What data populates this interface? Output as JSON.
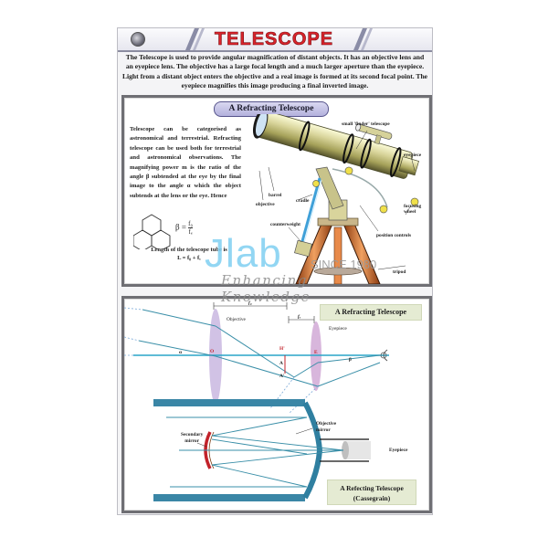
{
  "header": {
    "title": "TELESCOPE",
    "logo_icon": "emblem-logo-icon",
    "accent_color": "#d8232a"
  },
  "intro": {
    "text": "The Telescope is used to provide angular magnification of distant objects. It has an objective lens and an eyepiece lens. The objective has a large focal length and a much larger aperture than the eyepiece. Light from a distant object enters the objective and a real image is formed at its second focal point. The eyepiece magnifies this image producing a final inverted image."
  },
  "panel_refracting": {
    "heading": "A Refracting Telescope",
    "description": "Telescope can be categorised as astronomical and terrestrial. Refracting telescope can be used both for terrestrial and astronomical observations. The magnifying power m is the ratio of the angle β subtended at the eye by the final image to the angle α which the object subtends at the lens or the eye. Hence",
    "formula_m": "m = β/α = f₀/fₑ",
    "formula_lhs": "β",
    "formula_frac_num": "f₀",
    "formula_frac_den": "fₑ",
    "length_text": "Length of the telescope tube is",
    "length_formula": "L = f₀ + fₑ",
    "labels": {
      "finder": "small 'finder' telescope",
      "eyepiece": "eyepiece",
      "barrel": "barrel",
      "cradle": "cradle",
      "objective": "objective",
      "focusing_wheel": "focusing wheel",
      "counterweight": "counterweight",
      "position_controls": "position controls",
      "tripod": "tripod"
    }
  },
  "panel_ray": {
    "refracting_label": "A Refracting Telescope",
    "reflecting_label_line1": "A Refecting Telescope",
    "reflecting_label_line2": "(Cassegrain)",
    "labels": {
      "objective": "Objective",
      "eyepiece": "Eyepiece",
      "fo": "f₀",
      "fe": "fₑ",
      "O": "O",
      "alpha": "α",
      "H": "H'",
      "A": "A",
      "A_prime": "A'",
      "beta": "β",
      "E": "E",
      "secondary_mirror_1": "Secondary",
      "secondary_mirror_2": "mirror",
      "objective_mirror_1": "Objective",
      "objective_mirror_2": "mirror",
      "eyepiece_reflect": "Eyepiece"
    },
    "colors": {
      "ray": "#2b8fb0",
      "lens": "#b9a6d6",
      "mirror_primary": "#2f7fa0",
      "mirror_secondary": "#c2222a"
    }
  },
  "watermark": {
    "brand": "Jlab",
    "since": "SINCE 1980",
    "tagline": "Enhancing Knowledge"
  }
}
